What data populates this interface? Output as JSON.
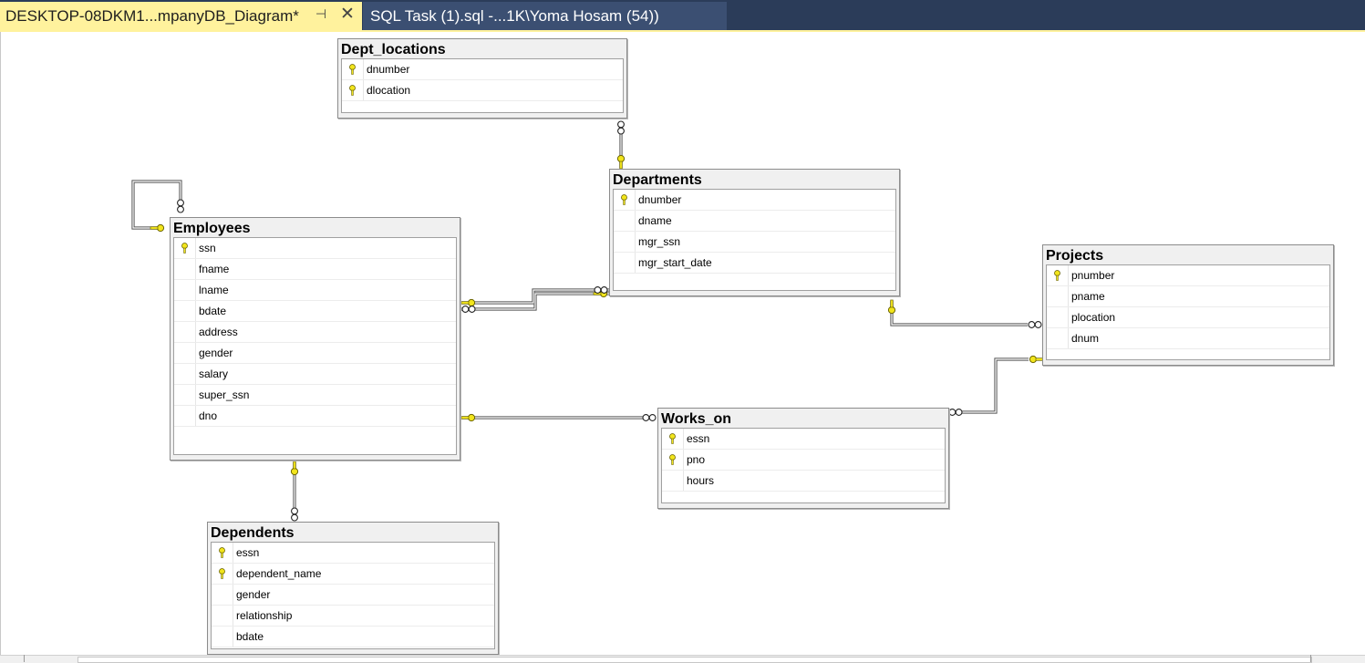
{
  "tabs": [
    {
      "title": "DESKTOP-08DKM1...mpanyDB_Diagram*",
      "active": true
    },
    {
      "title": "SQL Task (1).sql -...1K\\Yoma Hosam (54))",
      "active": false
    }
  ],
  "tab_icons": {
    "pin": "pin-icon",
    "close": "close-icon"
  },
  "colors": {
    "tabbar": "#2b3c59",
    "active_tab": "#fff29d",
    "inactive_tab": "#3b4f72",
    "key": "#f2e51c"
  },
  "tables": {
    "dept_locations": {
      "name": "Dept_locations",
      "columns": [
        {
          "name": "dnumber",
          "pk": true
        },
        {
          "name": "dlocation",
          "pk": true
        }
      ]
    },
    "departments": {
      "name": "Departments",
      "columns": [
        {
          "name": "dnumber",
          "pk": true
        },
        {
          "name": "dname",
          "pk": false
        },
        {
          "name": "mgr_ssn",
          "pk": false
        },
        {
          "name": "mgr_start_date",
          "pk": false
        }
      ]
    },
    "employees": {
      "name": "Employees",
      "columns": [
        {
          "name": "ssn",
          "pk": true
        },
        {
          "name": "fname",
          "pk": false
        },
        {
          "name": "lname",
          "pk": false
        },
        {
          "name": "bdate",
          "pk": false
        },
        {
          "name": "address",
          "pk": false
        },
        {
          "name": "gender",
          "pk": false
        },
        {
          "name": "salary",
          "pk": false
        },
        {
          "name": "super_ssn",
          "pk": false
        },
        {
          "name": "dno",
          "pk": false
        }
      ]
    },
    "projects": {
      "name": "Projects",
      "columns": [
        {
          "name": "pnumber",
          "pk": true
        },
        {
          "name": "pname",
          "pk": false
        },
        {
          "name": "plocation",
          "pk": false
        },
        {
          "name": "dnum",
          "pk": false
        }
      ]
    },
    "works_on": {
      "name": "Works_on",
      "columns": [
        {
          "name": "essn",
          "pk": true
        },
        {
          "name": "pno",
          "pk": true
        },
        {
          "name": "hours",
          "pk": false
        }
      ]
    },
    "dependents": {
      "name": "Dependents",
      "columns": [
        {
          "name": "essn",
          "pk": true
        },
        {
          "name": "dependent_name",
          "pk": true
        },
        {
          "name": "gender",
          "pk": false
        },
        {
          "name": "relationship",
          "pk": false
        },
        {
          "name": "bdate",
          "pk": false
        }
      ]
    }
  },
  "relationships": [
    {
      "from": "Dept_locations",
      "to": "Departments"
    },
    {
      "from": "Employees",
      "to": "Departments"
    },
    {
      "from": "Departments",
      "to": "Employees"
    },
    {
      "from": "Employees",
      "to": "Employees"
    },
    {
      "from": "Works_on",
      "to": "Employees"
    },
    {
      "from": "Works_on",
      "to": "Projects"
    },
    {
      "from": "Projects",
      "to": "Departments"
    },
    {
      "from": "Dependents",
      "to": "Employees"
    }
  ]
}
